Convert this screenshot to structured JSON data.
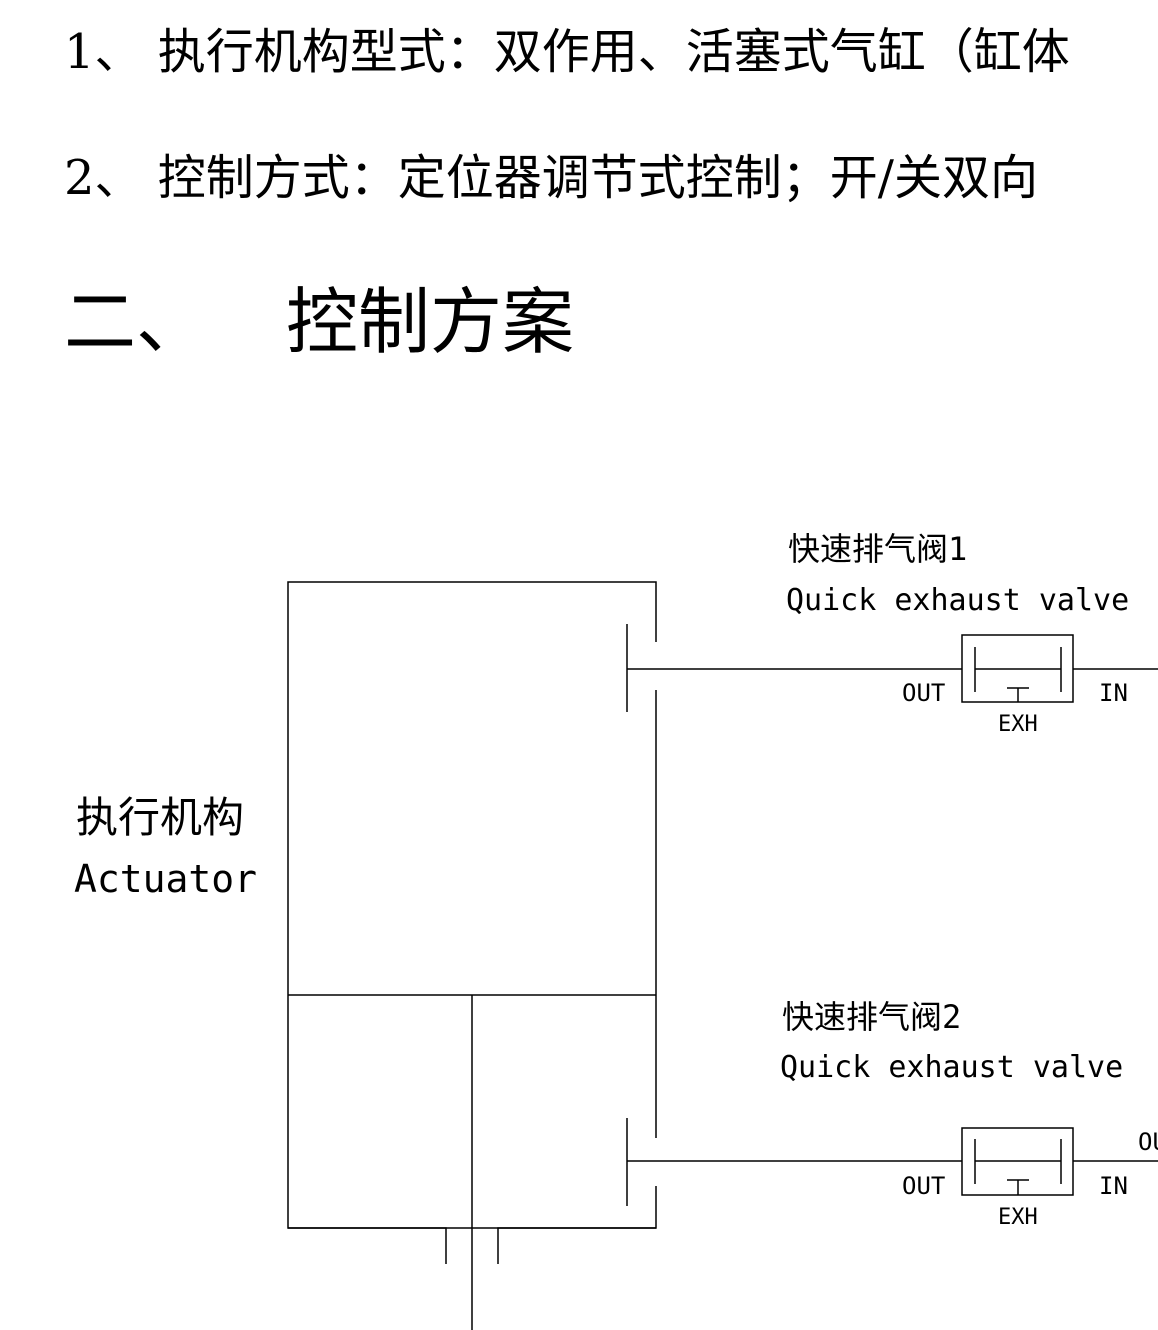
{
  "text": {
    "line1": "1、 执行机构型式：双作用、活塞式气缸（缸体",
    "line2": "2、 控制方式：定位器调节式控制；开/关双向",
    "heading_num": "二、",
    "heading_title": "控制方案"
  },
  "diagram": {
    "actuator_cn": "执行机构",
    "actuator_en": "Actuator",
    "valve1": {
      "cn": "快速排气阀1",
      "en": "Quick exhaust valve",
      "out": "OUT",
      "in": "IN",
      "exh": "EXH"
    },
    "valve2": {
      "cn": "快速排气阀2",
      "en": "Quick exhaust valve",
      "out": "OUT",
      "in": "IN",
      "exh": "EXH",
      "port_label_cut": "OU"
    }
  }
}
